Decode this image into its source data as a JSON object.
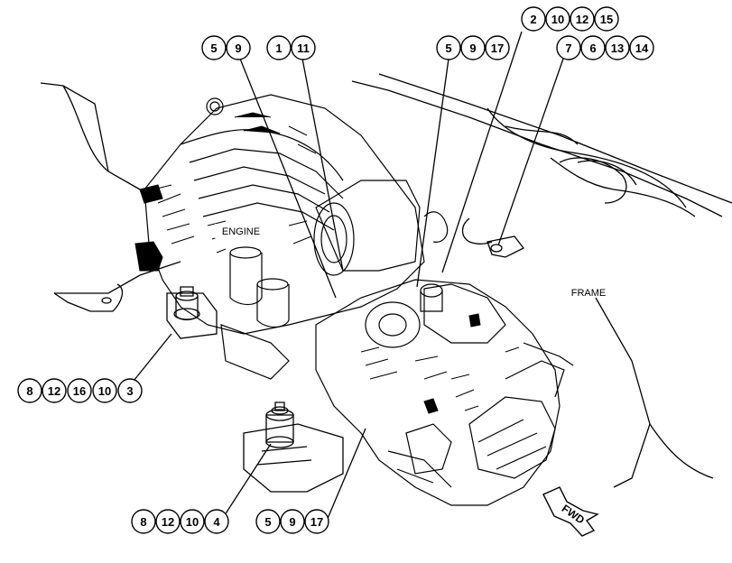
{
  "labels": {
    "engine": "ENGINE",
    "frame": "FRAME",
    "fwd": "FWD"
  },
  "callout_groups": [
    {
      "id": "g1",
      "numbers": [
        "5",
        "9"
      ]
    },
    {
      "id": "g2",
      "numbers": [
        "1",
        "11"
      ]
    },
    {
      "id": "g3",
      "numbers": [
        "5",
        "9",
        "17"
      ]
    },
    {
      "id": "g4",
      "numbers": [
        "2",
        "10",
        "12",
        "15"
      ]
    },
    {
      "id": "g5",
      "numbers": [
        "7",
        "6",
        "13",
        "14"
      ]
    },
    {
      "id": "g6",
      "numbers": [
        "8",
        "12",
        "16",
        "10",
        "3"
      ]
    },
    {
      "id": "g7",
      "numbers": [
        "8",
        "12",
        "10",
        "4"
      ]
    },
    {
      "id": "g8",
      "numbers": [
        "5",
        "9",
        "17"
      ]
    }
  ]
}
